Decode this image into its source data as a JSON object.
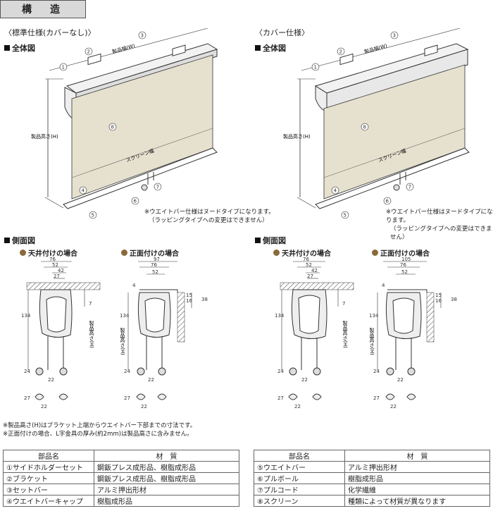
{
  "header": {
    "title": "構　造"
  },
  "left": {
    "variant_title": "〈標準仕様(カバーなし)〉",
    "overall": "全体図",
    "side": "側面図",
    "ceiling": "天井付けの場合",
    "wall": "正面付けの場合",
    "labels": {
      "width": "製品幅(W)",
      "height": "製品高さ(H)",
      "screen_width": "スクリーン幅"
    },
    "note1": "※ウエイトバー仕様はヌードタイプになります。",
    "note2": "（ラッピングタイプへの変更はできません）",
    "dims_ceiling": [
      "76",
      "52",
      "42",
      "27",
      "134",
      "7",
      "24",
      "22",
      "27",
      "22"
    ],
    "dims_wall": [
      "97",
      "76",
      "52",
      "4",
      "15",
      "16",
      "38",
      "134",
      "24",
      "22",
      "27",
      "22"
    ]
  },
  "right": {
    "variant_title": "〈カバー仕様〉",
    "overall": "全体図",
    "side": "側面図",
    "ceiling": "天井付けの場合",
    "wall": "正面付けの場合",
    "labels": {
      "width": "製品幅(W)",
      "height": "製品高さ(H)",
      "screen_width": "スクリーン幅"
    },
    "note1": "※ウエイトバー仕様はヌードタイプになります。",
    "note2": "（ラッピングタイプへの変更はできません）",
    "dims_ceiling": [
      "76",
      "52",
      "42",
      "27",
      "134",
      "7",
      "24",
      "22",
      "27",
      "22"
    ],
    "dims_wall": [
      "105",
      "76",
      "52",
      "4",
      "15",
      "16",
      "38",
      "134",
      "24",
      "22",
      "27",
      "22"
    ]
  },
  "side_height_label": "製品高さ(H)",
  "markers": [
    "1",
    "2",
    "3",
    "4",
    "5",
    "6",
    "7",
    "8"
  ],
  "notes": [
    "※製品高さ(H)はブラケット上端からウエイトバー下部までの寸法です。",
    "※正面付けの場合、L字金具の厚み(約2mm)は製品高さに含みません。"
  ],
  "tables": {
    "headers": [
      "部品名",
      "材　質"
    ],
    "left_rows": [
      [
        "①サイドホルダーセット",
        "鋼鈑プレス成形品、樹脂成形品"
      ],
      [
        "②ブラケット",
        "鋼鈑プレス成形品、樹脂成形品"
      ],
      [
        "③セットバー",
        "アルミ押出形材"
      ],
      [
        "④ウエイトバーキャップ",
        "樹脂成形品"
      ]
    ],
    "right_rows": [
      [
        "⑤ウエイトバー",
        "アルミ押出形材"
      ],
      [
        "⑥プルボール",
        "樹脂成形品"
      ],
      [
        "⑦プルコード",
        "化学繊維"
      ],
      [
        "⑧スクリーン",
        "種類によって材質が異なります"
      ]
    ]
  },
  "colors": {
    "screen": "#e6e1cf",
    "header_bg": "#d9d9d9",
    "accent": "#8a6a3a",
    "line": "#333333"
  }
}
